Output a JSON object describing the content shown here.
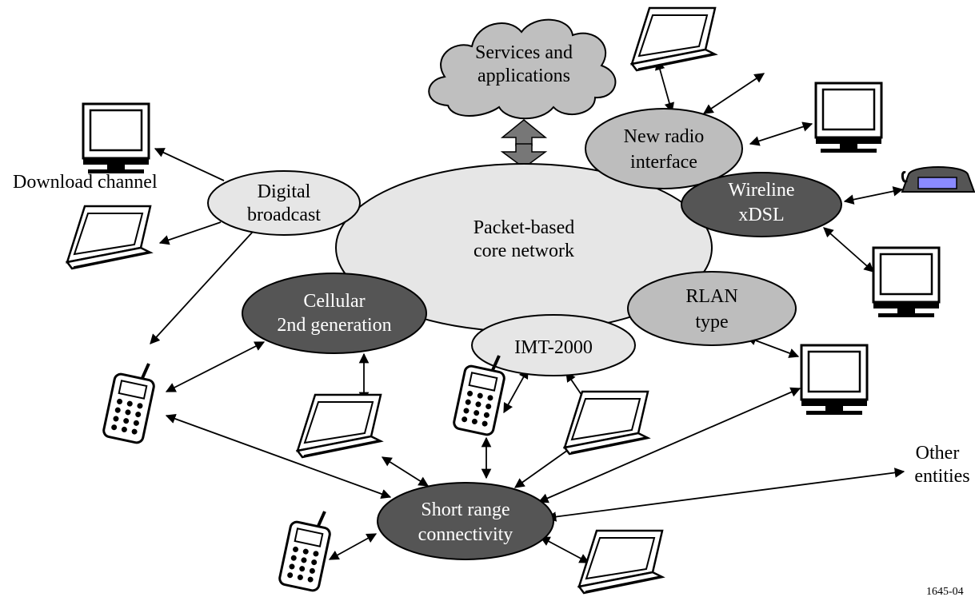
{
  "nodes": {
    "services": [
      "Services and",
      "applications"
    ],
    "core": [
      "Packet-based",
      "core network"
    ],
    "new_radio": [
      "New radio",
      "interface"
    ],
    "wireline": [
      "Wireline",
      "xDSL"
    ],
    "digital_broadcast": [
      "Digital",
      "broadcast"
    ],
    "cellular": [
      "Cellular",
      "2nd generation"
    ],
    "imt2000": [
      "IMT-2000"
    ],
    "rlan": [
      "RLAN",
      "type"
    ],
    "short_range": [
      "Short range",
      "connectivity"
    ]
  },
  "labels": {
    "download_channel": "Download channel",
    "other_entities": [
      "Other",
      "entities"
    ],
    "figure_id": "1645-04"
  },
  "colors": {
    "light_fill": "#e6e6e6",
    "mid_fill": "#bdbdbd",
    "dark_fill": "#555555",
    "cloud_fill": "#bfbfbf",
    "stroke": "#000000"
  }
}
